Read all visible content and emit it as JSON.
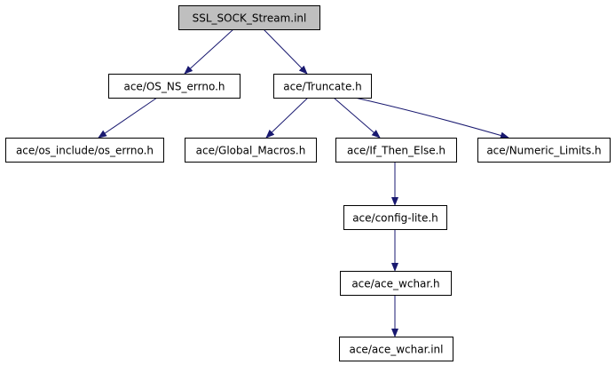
{
  "diagram": {
    "colors": {
      "root_fill": "#bfbfbf",
      "node_fill": "#ffffff",
      "border": "#000000",
      "edge": "#191970"
    },
    "nodes": [
      {
        "id": "ssl_sock_stream",
        "label": "SSL_SOCK_Stream.inl",
        "root": true
      },
      {
        "id": "os_ns_errno",
        "label": "ace/OS_NS_errno.h"
      },
      {
        "id": "truncate",
        "label": "ace/Truncate.h"
      },
      {
        "id": "os_errno",
        "label": "ace/os_include/os_errno.h"
      },
      {
        "id": "global_macros",
        "label": "ace/Global_Macros.h"
      },
      {
        "id": "if_then_else",
        "label": "ace/If_Then_Else.h"
      },
      {
        "id": "numeric_limits",
        "label": "ace/Numeric_Limits.h"
      },
      {
        "id": "config_lite",
        "label": "ace/config-lite.h"
      },
      {
        "id": "ace_wchar_h",
        "label": "ace/ace_wchar.h"
      },
      {
        "id": "ace_wchar_inl",
        "label": "ace/ace_wchar.inl"
      }
    ],
    "edges": [
      {
        "from": "ssl_sock_stream",
        "to": "os_ns_errno"
      },
      {
        "from": "ssl_sock_stream",
        "to": "truncate"
      },
      {
        "from": "os_ns_errno",
        "to": "os_errno"
      },
      {
        "from": "truncate",
        "to": "global_macros"
      },
      {
        "from": "truncate",
        "to": "if_then_else"
      },
      {
        "from": "truncate",
        "to": "numeric_limits"
      },
      {
        "from": "if_then_else",
        "to": "config_lite"
      },
      {
        "from": "config_lite",
        "to": "ace_wchar_h"
      },
      {
        "from": "ace_wchar_h",
        "to": "ace_wchar_inl"
      }
    ]
  }
}
